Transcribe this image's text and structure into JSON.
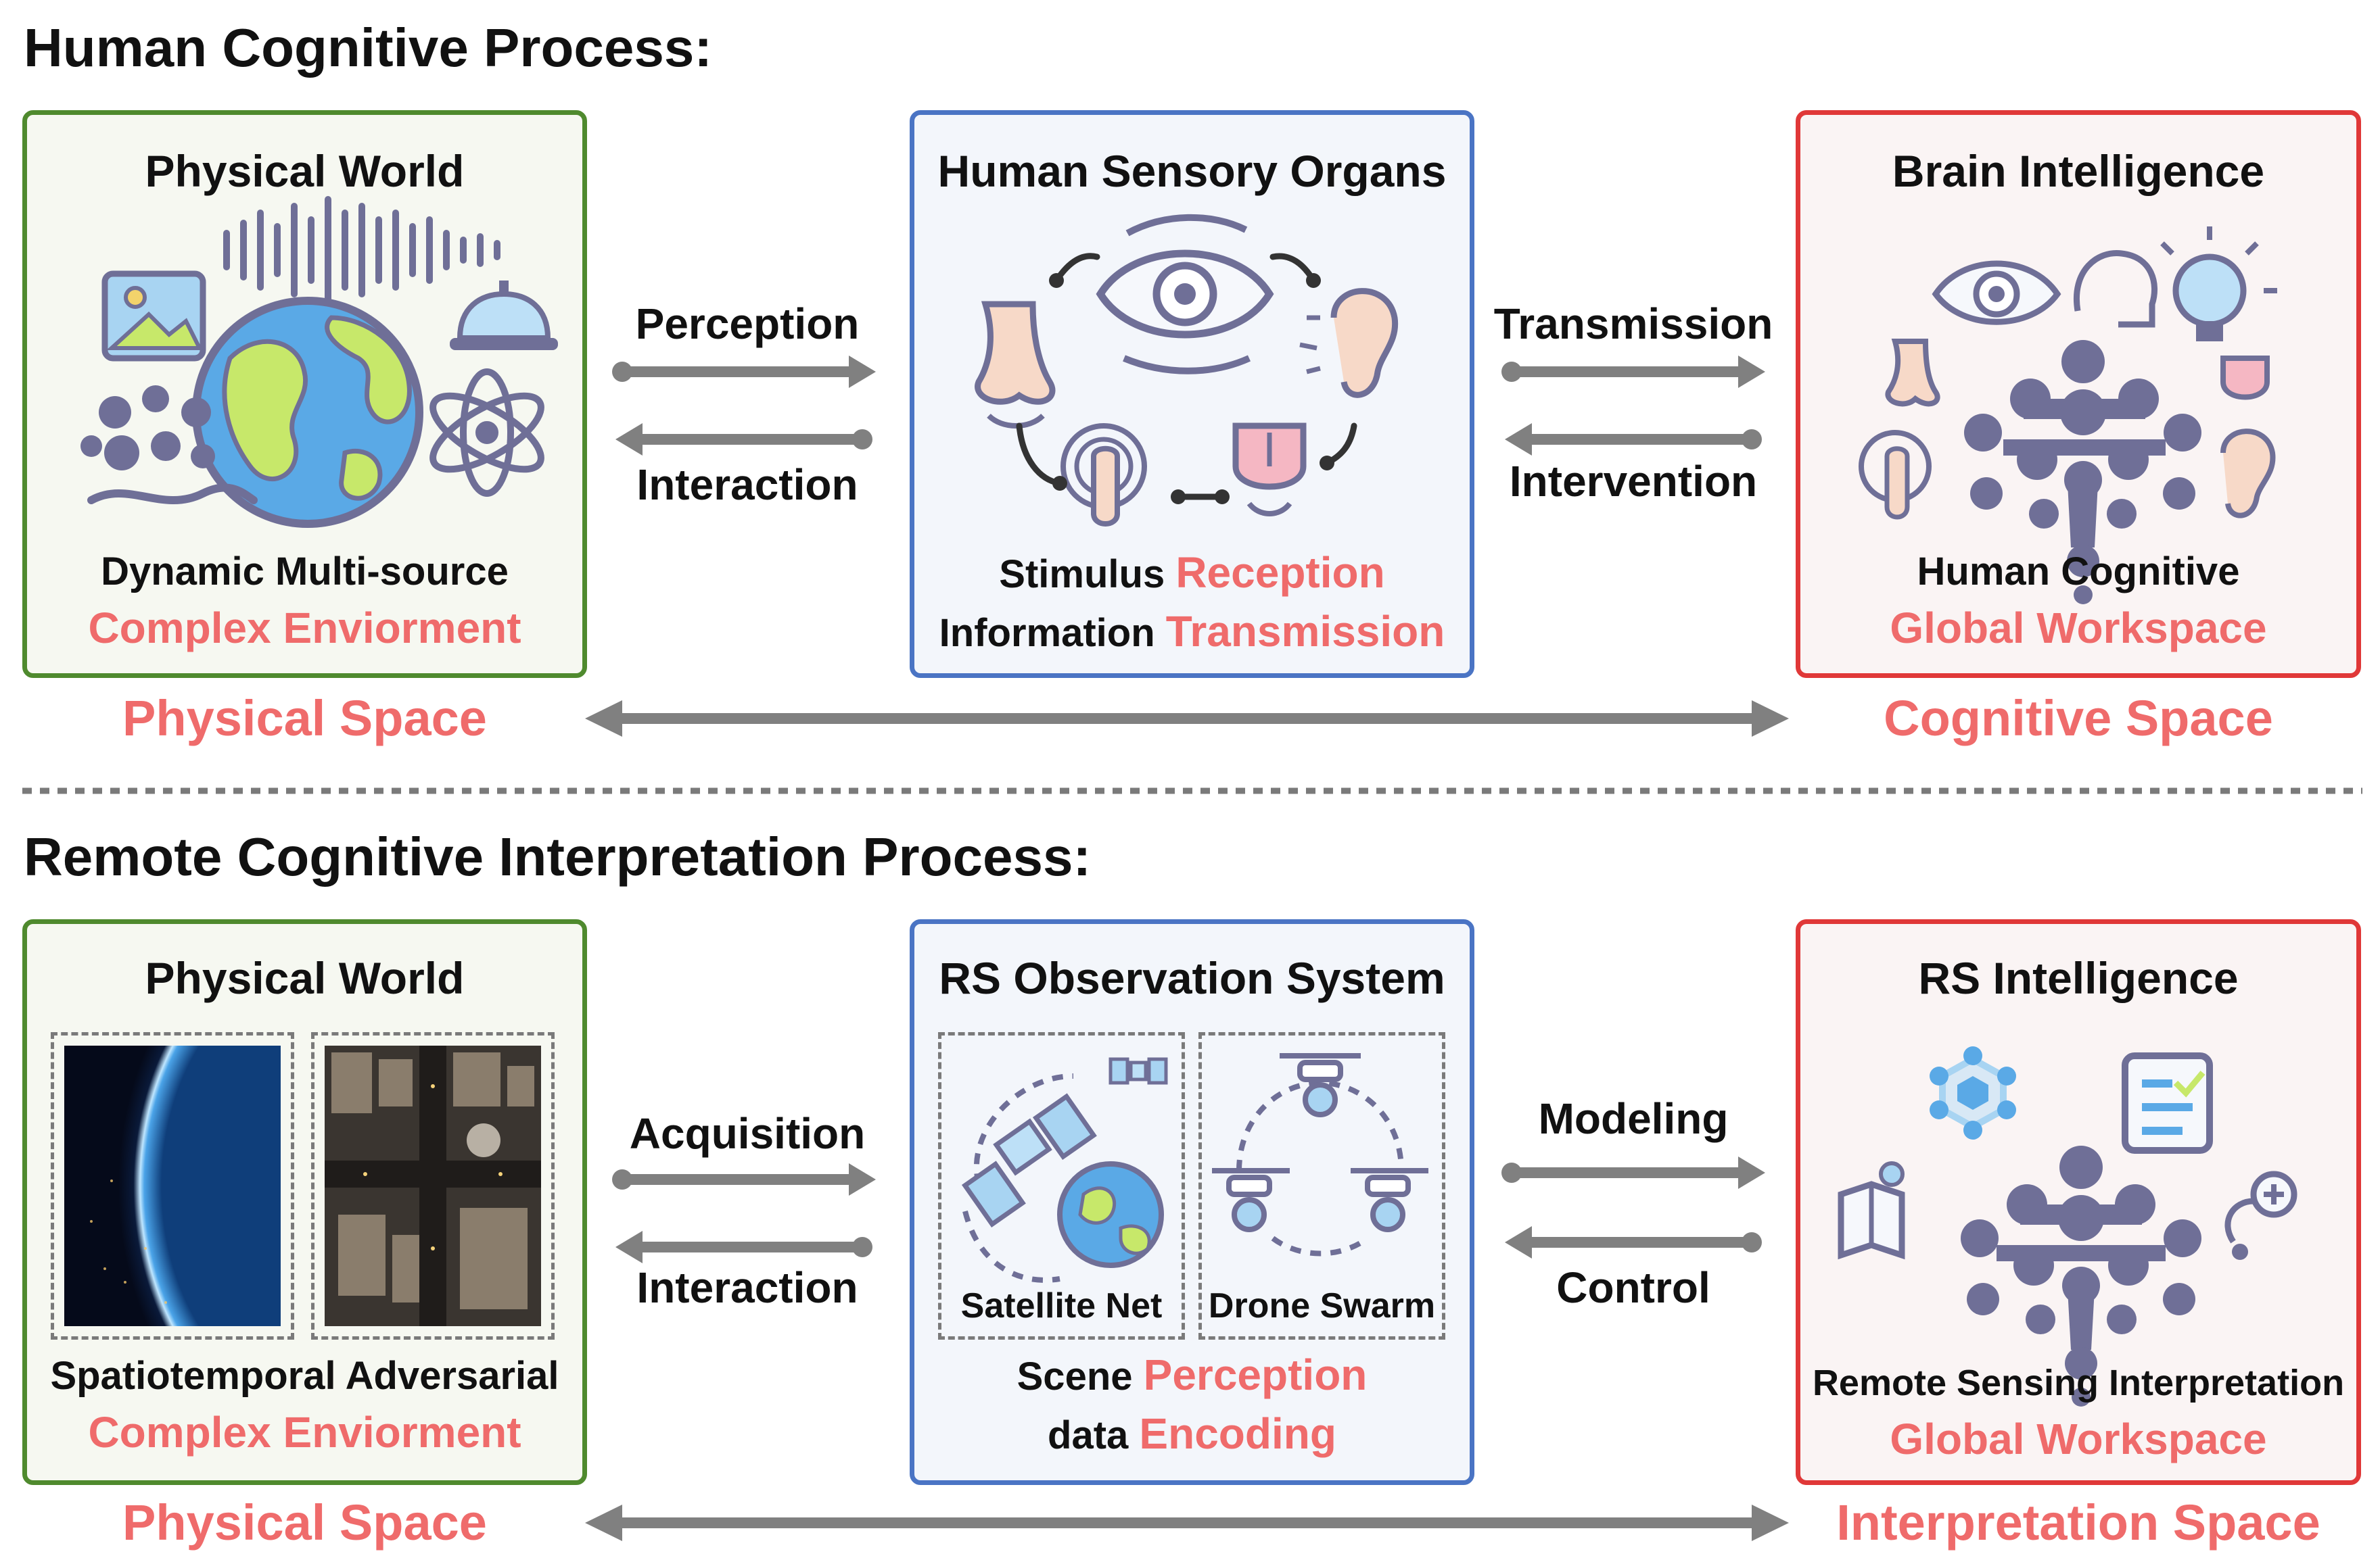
{
  "top": {
    "title": "Human Cognitive Process:",
    "left_box": {
      "title": "Physical World",
      "caption_line1": "Dynamic Multi-source",
      "caption_line2": "Complex Enviorment",
      "space_label": "Physical Space"
    },
    "mid_box": {
      "title": "Human Sensory Organs",
      "caption1_a": "Stimulus ",
      "caption1_b": "Reception",
      "caption2_a": "Information ",
      "caption2_b": "Transmission"
    },
    "right_box": {
      "title": "Brain Intelligence",
      "caption_line1": "Human Cognitive",
      "caption_line2": "Global Workspace",
      "space_label": "Cognitive Space"
    },
    "arrows": {
      "left_forward": "Perception",
      "left_back": "Interaction",
      "right_forward": "Transmission",
      "right_back": "Intervention"
    }
  },
  "bottom": {
    "title": "Remote Cognitive Interpretation Process:",
    "left_box": {
      "title": "Physical World",
      "caption_line1": "Spatiotemporal Adversarial",
      "caption_line2": "Complex Enviorment",
      "space_label": "Physical Space"
    },
    "mid_box": {
      "title": "RS Observation System",
      "sub_left": "Satellite Net",
      "sub_right": "Drone Swarm",
      "caption1_a": "Scene ",
      "caption1_b": "Perception",
      "caption2_a": "data ",
      "caption2_b": "Encoding"
    },
    "right_box": {
      "title": "RS Intelligence",
      "caption_line1": "Remote Sensing Interpretation",
      "caption_line2": "Global Workspace",
      "space_label": "Interpretation Space"
    },
    "arrows": {
      "left_forward": "Acquisition",
      "left_back": "Interaction",
      "right_forward": "Modeling",
      "right_back": "Control"
    }
  },
  "colors": {
    "green": "#4f8a2e",
    "blue": "#4a74c4",
    "red": "#e03838",
    "highlight": "#ef6b6b",
    "arrow": "#808080",
    "icon": "#6f6f97"
  }
}
